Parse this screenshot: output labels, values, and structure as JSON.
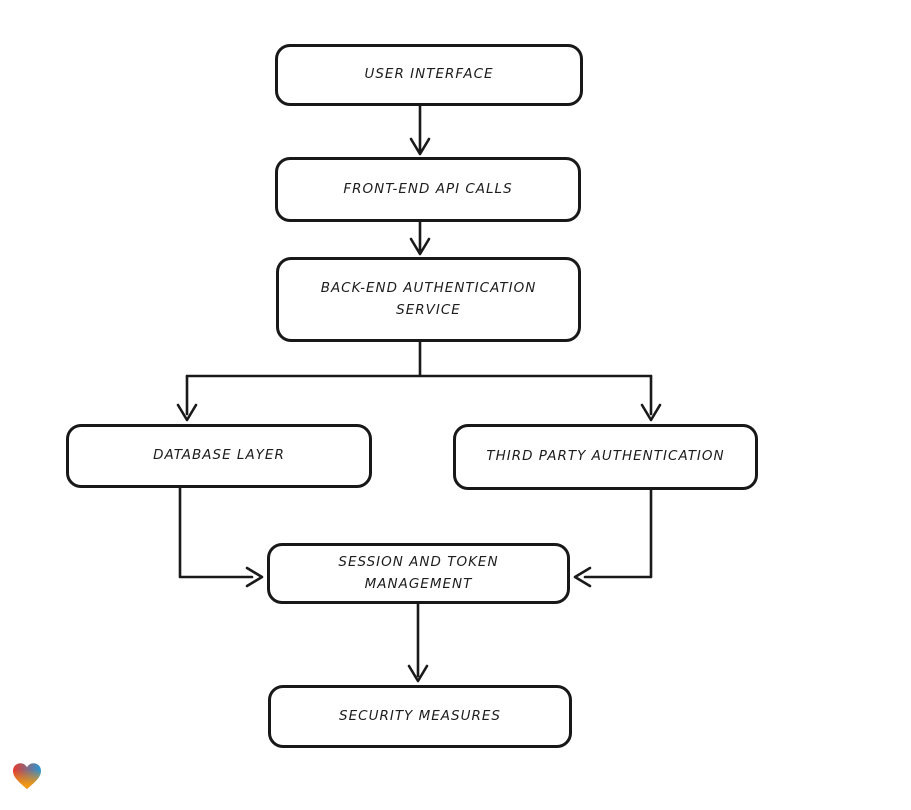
{
  "diagram": {
    "nodes": [
      {
        "id": "user-interface",
        "label": "USER INTERFACE"
      },
      {
        "id": "front-end-api-calls",
        "label": "FRONT-END API CALLS"
      },
      {
        "id": "back-end-authentication-service",
        "label": "BACK-END AUTHENTICATION\nSERVICE"
      },
      {
        "id": "database-layer",
        "label": "DATABASE LAYER"
      },
      {
        "id": "third-party-authentication",
        "label": "THIRD PARTY AUTHENTICATION"
      },
      {
        "id": "session-and-token-management",
        "label": "SESSION AND TOKEN\nMANAGEMENT"
      },
      {
        "id": "security-measures",
        "label": "SECURITY MEASURES"
      }
    ],
    "edges": [
      {
        "from": "user-interface",
        "to": "front-end-api-calls"
      },
      {
        "from": "front-end-api-calls",
        "to": "back-end-authentication-service"
      },
      {
        "from": "back-end-authentication-service",
        "to": "database-layer"
      },
      {
        "from": "back-end-authentication-service",
        "to": "third-party-authentication"
      },
      {
        "from": "database-layer",
        "to": "session-and-token-management"
      },
      {
        "from": "third-party-authentication",
        "to": "session-and-token-management"
      },
      {
        "from": "session-and-token-management",
        "to": "security-measures"
      }
    ],
    "colors": {
      "stroke": "#1a1a1a",
      "node_fill": "#ffffff",
      "background": "#ffffff"
    }
  },
  "logo": {
    "name": "gradient-heart",
    "colors": {
      "red": "#e8392b",
      "blue": "#2599d6",
      "orange": "#f2990f"
    }
  }
}
